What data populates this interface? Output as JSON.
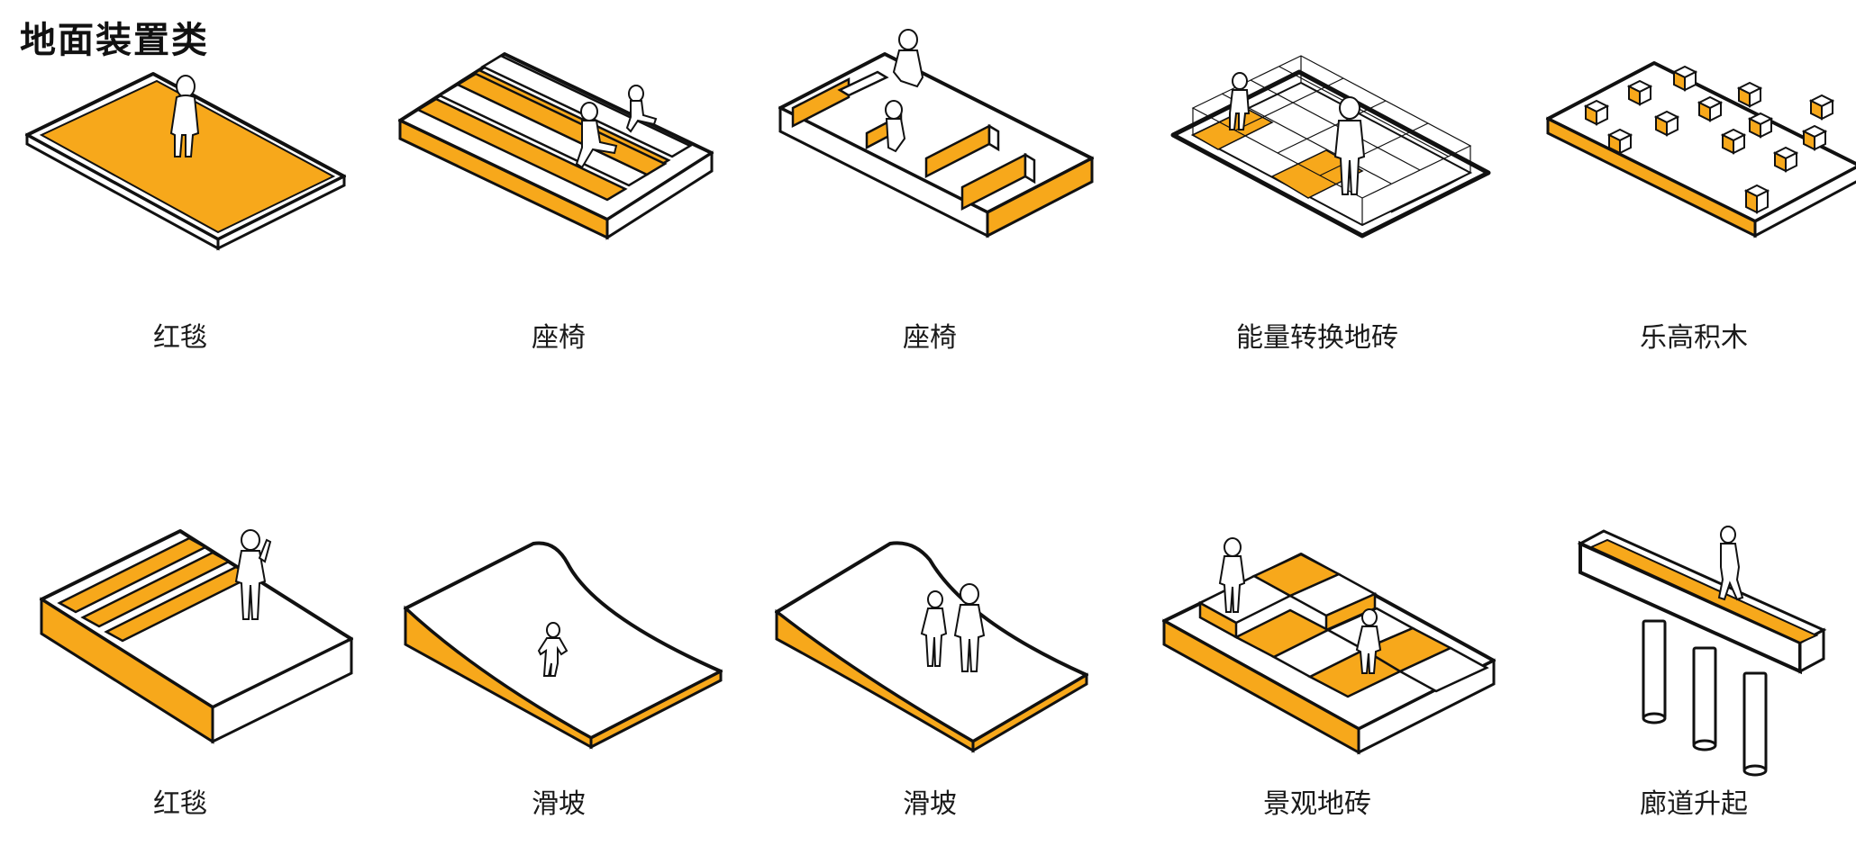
{
  "title": "地面装置类",
  "colors": {
    "accent": "#f7a81b",
    "stroke": "#111111",
    "surface": "#ffffff"
  },
  "rows": [
    {
      "items": [
        {
          "label": "红毯",
          "icon": "red-carpet-platform"
        },
        {
          "label": "座椅",
          "icon": "stepped-bench-seating"
        },
        {
          "label": "座椅",
          "icon": "block-bench-seating"
        },
        {
          "label": "能量转换地砖",
          "icon": "energy-grid-floor-tiles"
        },
        {
          "label": "乐高积木",
          "icon": "lego-block-cubes"
        }
      ]
    },
    {
      "items": [
        {
          "label": "红毯",
          "icon": "stepped-red-carpet"
        },
        {
          "label": "滑坡",
          "icon": "curved-slope"
        },
        {
          "label": "滑坡",
          "icon": "gentle-slope"
        },
        {
          "label": "景观地砖",
          "icon": "landscape-checker-tiles"
        },
        {
          "label": "廊道升起",
          "icon": "raised-corridor"
        }
      ]
    }
  ]
}
